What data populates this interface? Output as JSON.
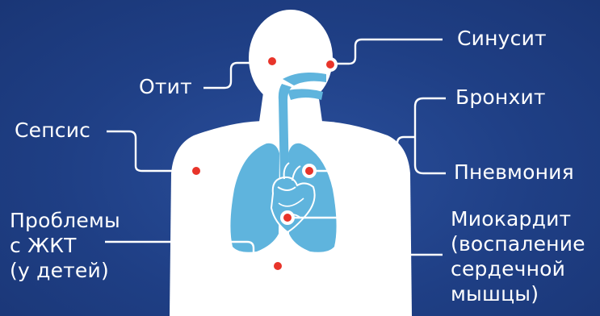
{
  "labels": {
    "otitis": "Отит",
    "sinusitis": "Синусит",
    "sepsis": "Сепсис",
    "bronchitis": "Бронхит",
    "pneumonia": "Пневмония",
    "gi_problems": "Проблемы\nс ЖКТ\n(у детей)",
    "myocarditis": "Миокардит\n(воспаление\nсердечной\nмышцы)"
  },
  "colors": {
    "background": "#1f3f85",
    "body": "#ffffff",
    "organs": "#5fb4dd",
    "marker": "#e8342a",
    "line": "#ffffff"
  },
  "icons": {
    "marker": "red-dot-marker-icon"
  }
}
